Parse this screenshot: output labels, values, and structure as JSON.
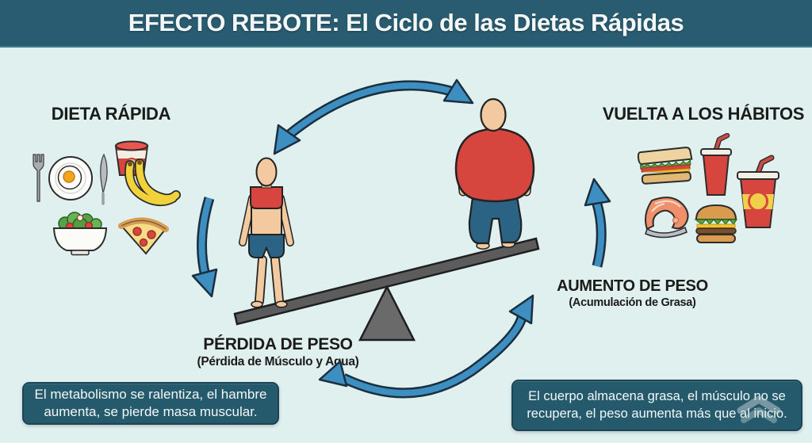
{
  "header": {
    "title": "EFECTO REBOTE: El Ciclo de las Dietas Rápidas"
  },
  "left_group": {
    "label": "DIETA RÁPIDA",
    "icons": [
      "fork",
      "plate-with-fried-egg",
      "knife",
      "yogurt-cup",
      "bananas",
      "salad-bowl",
      "pizza-slice"
    ]
  },
  "right_group": {
    "label": "VUELTA A LOS HÁBITOS",
    "icons": [
      "sandwich",
      "soda-cup",
      "large-soda-cup",
      "salmon-steak",
      "hamburger"
    ]
  },
  "seesaw": {
    "left": {
      "label": "PÉRDIDA DE PESO",
      "sublabel": "(Pérdida de Músculo y Agua)"
    },
    "right": {
      "label": "AUMENTO DE PESO",
      "sublabel": "(Acumulación de Grasa)"
    }
  },
  "callouts": {
    "left": "El metabolismo se ralentiza, el hambre aumenta, se pierde masa muscular.",
    "right": "El cuerpo almacena grasa, el músculo no se recupera, el peso aumenta más que al inicio."
  },
  "colors": {
    "banner_bg": "#295c70",
    "background": "#dff0ee",
    "arrow_blue": "#3d8fc2",
    "arrow_outline": "#1c2f3f",
    "accent_red": "#d6463f",
    "clothing_blue": "#2a6384",
    "skin": "#f3c9a0",
    "callout_bg": "#255a6d",
    "text_dark": "#1b1b19",
    "text_light": "#f3f7f7"
  }
}
